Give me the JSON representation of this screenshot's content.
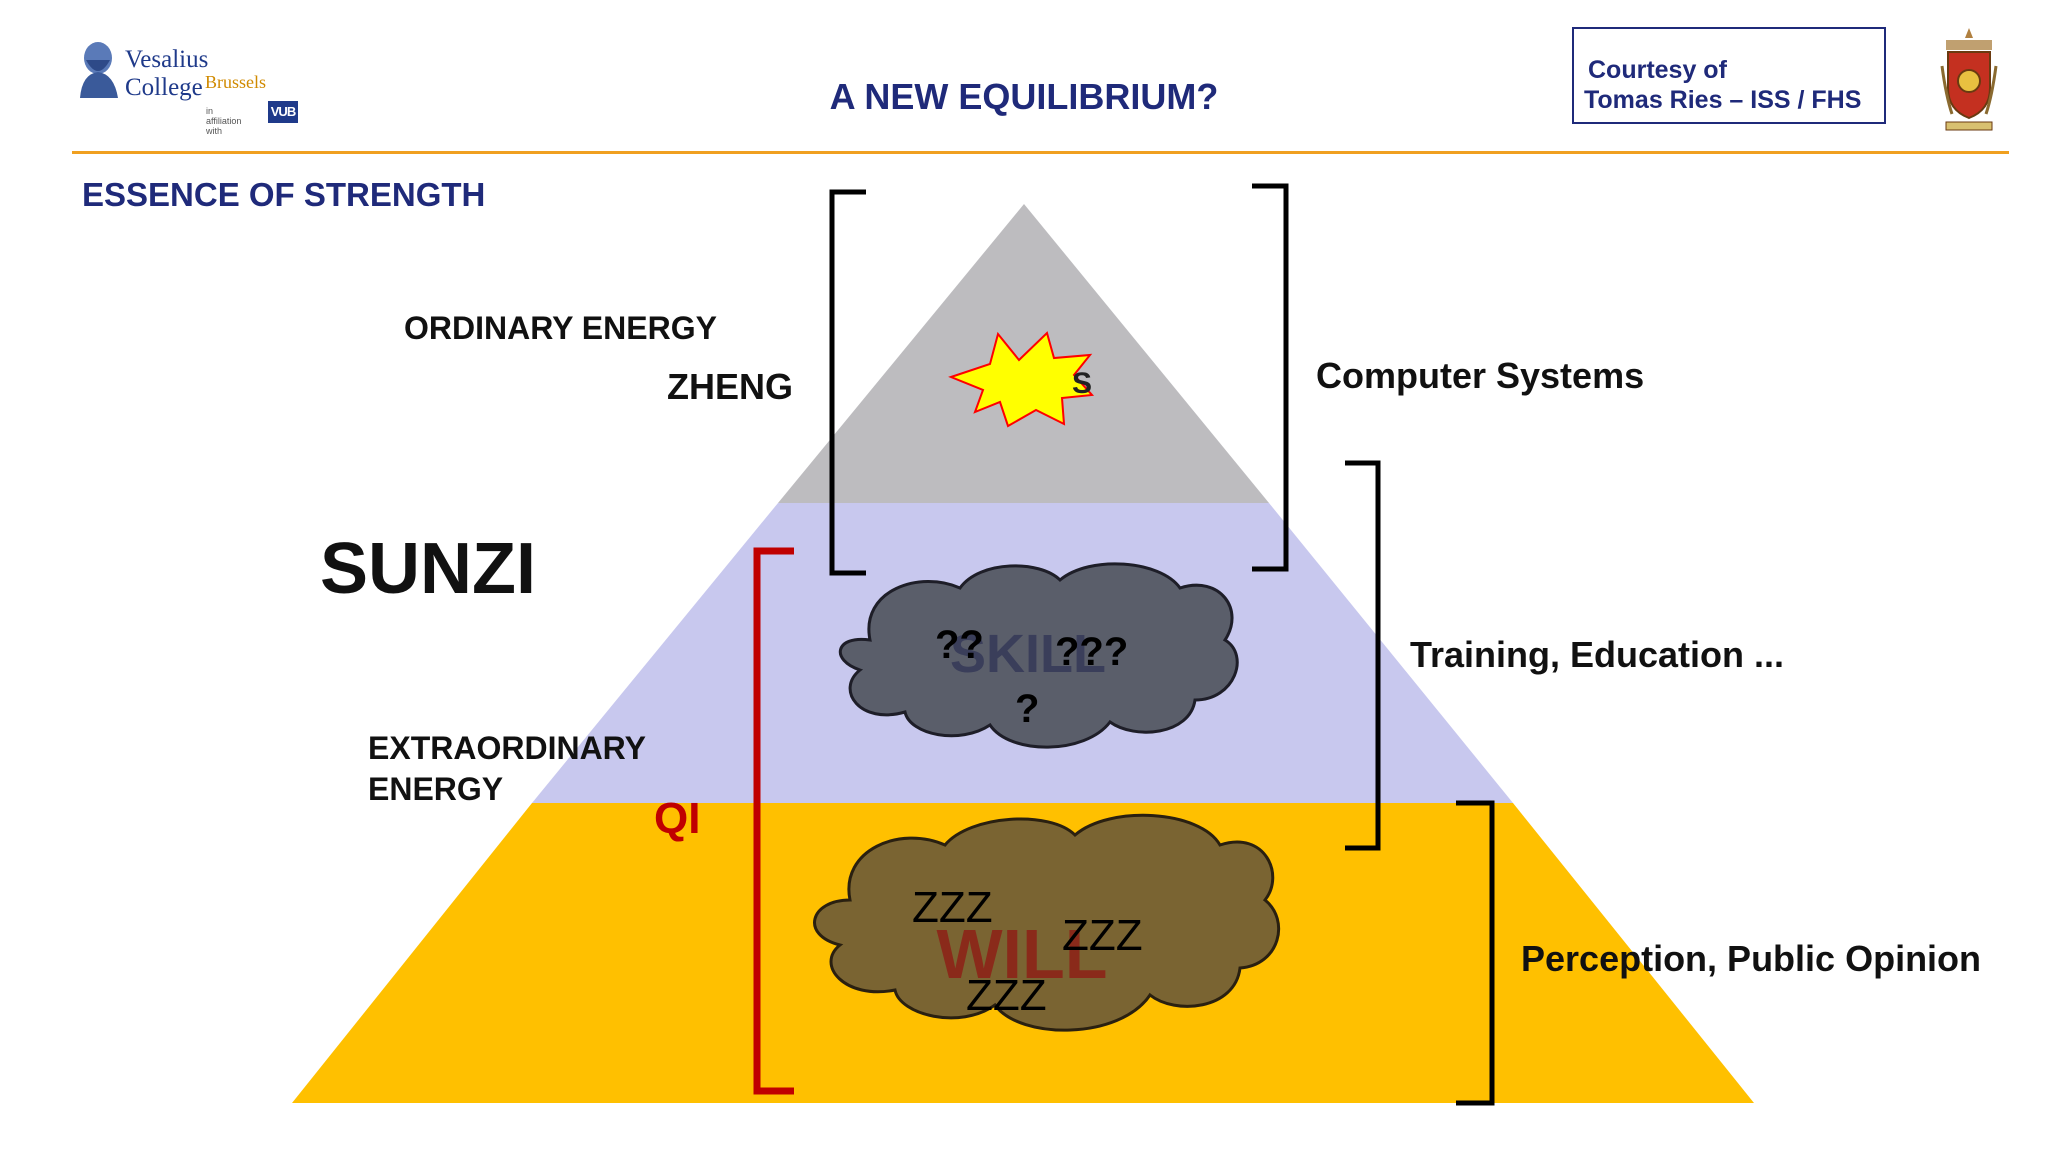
{
  "header": {
    "logo": {
      "name": "Vesalius College",
      "city": "Brussels",
      "affiliation": "in affiliation with",
      "partner": "VUB"
    },
    "title": "A NEW EQUILIBRIUM?",
    "courtesy": {
      "line1": "Courtesy of",
      "line2": "Tomas Ries – ISS / FHS"
    }
  },
  "section_title": "ESSENCE OF STRENGTH",
  "left_labels": {
    "ordinary": "ORDINARY ENERGY",
    "zheng": "ZHENG",
    "sunzi": "SUNZI",
    "extra_line1": "EXTRAORDINARY",
    "extra_line2": "ENERGY",
    "qi": "QI"
  },
  "pyramid": {
    "top_label": "S",
    "skill": {
      "label": "SKILL",
      "q1": "??",
      "q2": "???",
      "q3": "?"
    },
    "will": {
      "label": "WILL",
      "z1": "ZZZ",
      "z2": "ZZZ",
      "z3": "ZZZ"
    },
    "colors": {
      "top": "#bdbcbf",
      "middle": "#c8c8ee",
      "bottom": "#ffc000",
      "qi_bracket": "#c00000",
      "qi_text": "#c00000",
      "skill_cloud": "#5a5e6a",
      "will_cloud": "#7a6432"
    }
  },
  "right_labels": {
    "computer": "Computer Systems",
    "training": "Training, Education ...",
    "perception": "Perception, Public Opinion"
  }
}
